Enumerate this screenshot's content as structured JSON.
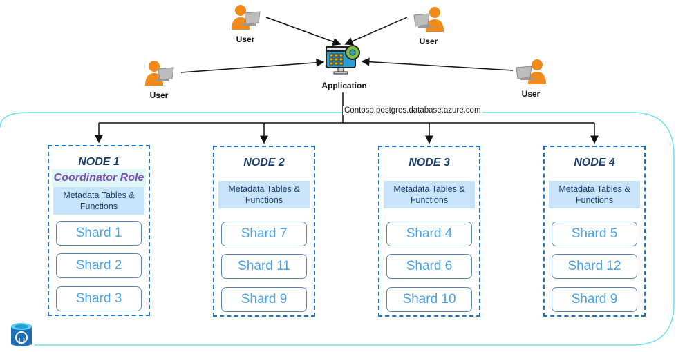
{
  "diagram": {
    "users": [
      {
        "label": "User"
      },
      {
        "label": "User"
      },
      {
        "label": "User"
      },
      {
        "label": "User"
      }
    ],
    "application": {
      "label": "Application"
    },
    "endpoint": "Contoso.postgres.database.azure.com",
    "nodes": [
      {
        "title": "NODE 1",
        "role": "Coordinator Role",
        "metadata": [
          "Metadata Tables &",
          "Functions"
        ],
        "shards": [
          "Shard 1",
          "Shard 2",
          "Shard 3"
        ]
      },
      {
        "title": "NODE 2",
        "metadata": [
          "Metadata Tables &",
          "Functions"
        ],
        "shards": [
          "Shard 7",
          "Shard 11",
          "Shard 9"
        ]
      },
      {
        "title": "NODE 3",
        "metadata": [
          "Metadata Tables &",
          "Functions"
        ],
        "shards": [
          "Shard 4",
          "Shard 6",
          "Shard 10"
        ]
      },
      {
        "title": "NODE 4",
        "metadata": [
          "Metadata Tables &",
          "Functions"
        ],
        "shards": [
          "Shard 5",
          "Shard 12",
          "Shard 9"
        ]
      }
    ],
    "colors": {
      "cluster_border": "#6fe0f0",
      "node_border": "#1b75d0",
      "metadata_bg": "#c7e4fb",
      "coordinator_bg": "#dff7fb",
      "coordinator_text": "#7a4fb5",
      "shard_text": "#4aa3e8",
      "user_orange": "#f08a1a"
    },
    "icons": {
      "user": "user-laptop-icon",
      "application": "application-monitor-gear-icon",
      "database": "azure-postgresql-icon"
    }
  }
}
